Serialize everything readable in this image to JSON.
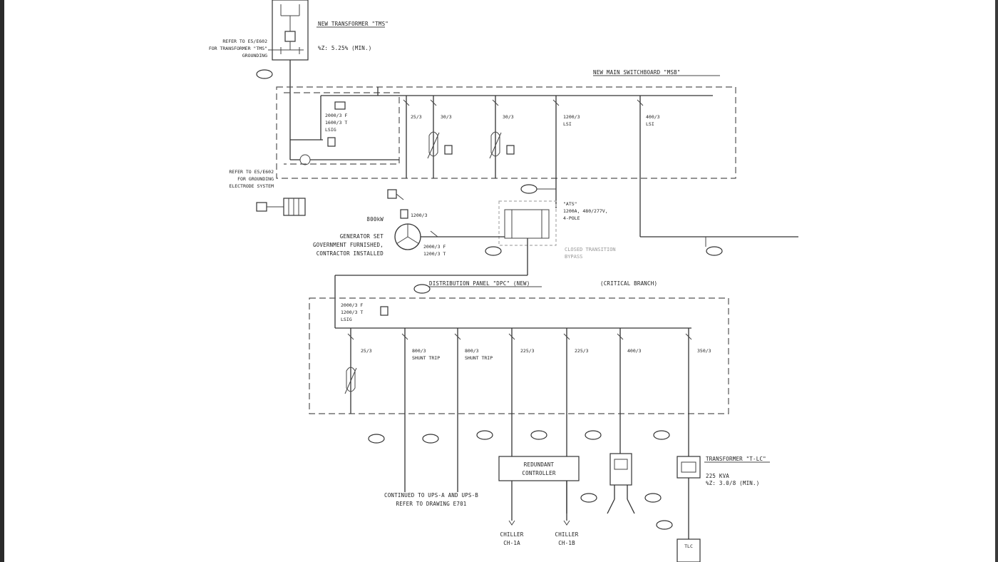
{
  "diagram": {
    "title": "",
    "labels": {
      "main_switchboard_title": "NEW MAIN SWITCHBOARD \"MSB\"",
      "distribution_panel_title": "DISTRIBUTION PANEL \"DPC\" (NEW)",
      "critical_branch": "(CRITICAL BRANCH)",
      "breaker_main_a": "2000/3 F",
      "breaker_main_b": "1200/3 T",
      "breaker_main_c": "LSIG",
      "feeder_1_rating": "25/3",
      "feeder_2_rating": "800/3",
      "feeder_2_note": "SHUNT TRIP",
      "feeder_3_rating": "800/3",
      "feeder_3_note": "SHUNT TRIP",
      "feeder_4_rating": "225/3",
      "feeder_5_rating": "225/3",
      "feeder_6_rating": "400/3",
      "feeder_7_rating": "350/3",
      "redundant_controller": "REDUNDANT CONTROLLER",
      "ups_note_1": "CONTINUED TO UPS-A AND UPS-B",
      "ups_note_2": "REFER TO DRAWING E701",
      "chiller_1a": "CHILLER",
      "chiller_1a_id": "CH-1A",
      "chiller_1b": "CHILLER",
      "chiller_1b_id": "CH-1B",
      "transformer_tlc": "TRANSFORMER \"T-LC\"",
      "tlc_kva": "225 KVA",
      "tlc_z": "%Z: 3.0/8 (MIN.)",
      "tlc_label": "TLC",
      "generator_rating": "800kW",
      "generator_set": "GENERATOR SET",
      "generator_note_1": "GOVERNMENT FURNISHED,",
      "generator_note_2": "CONTRACTOR INSTALLED",
      "generator_breaker_a": "2000/3 F",
      "generator_breaker_b": "1200/3 T",
      "generator_breaker_main": "1200/3",
      "ats_label": "\"ATS\"",
      "ats_rating": "1200A, 480/277V,",
      "ats_pole": "4-POLE",
      "ats_bypass_1": "CLOSED TRANSITION",
      "ats_bypass_2": "BYPASS",
      "new_transformer": "NEW TRANSFORMER \"TMS\"",
      "transformer_z": "%Z: 5.25% (MIN.)",
      "refer_grounding_1": "REFER TO E5/E602",
      "refer_grounding_2": "FOR TRANSFORMER \"TMS\"",
      "refer_grounding_3": "GROUNDING",
      "refer_building_1": "REFER TO E5/E602",
      "refer_building_2": "FOR GROUNDING",
      "refer_building_3": "ELECTRODE SYSTEM",
      "msb_main_a": "2000/3 F",
      "msb_main_b": "1600/3 T",
      "msb_main_c": "LSIG",
      "msb_fdr_1": "25/3",
      "msb_fdr_2": "30/3",
      "msb_fdr_3": "30/3",
      "msb_fdr_4": "1200/3",
      "msb_fdr_4_note": "LSI",
      "msb_fdr_5": "400/3",
      "msb_fdr_5_note": "LSI"
    }
  }
}
